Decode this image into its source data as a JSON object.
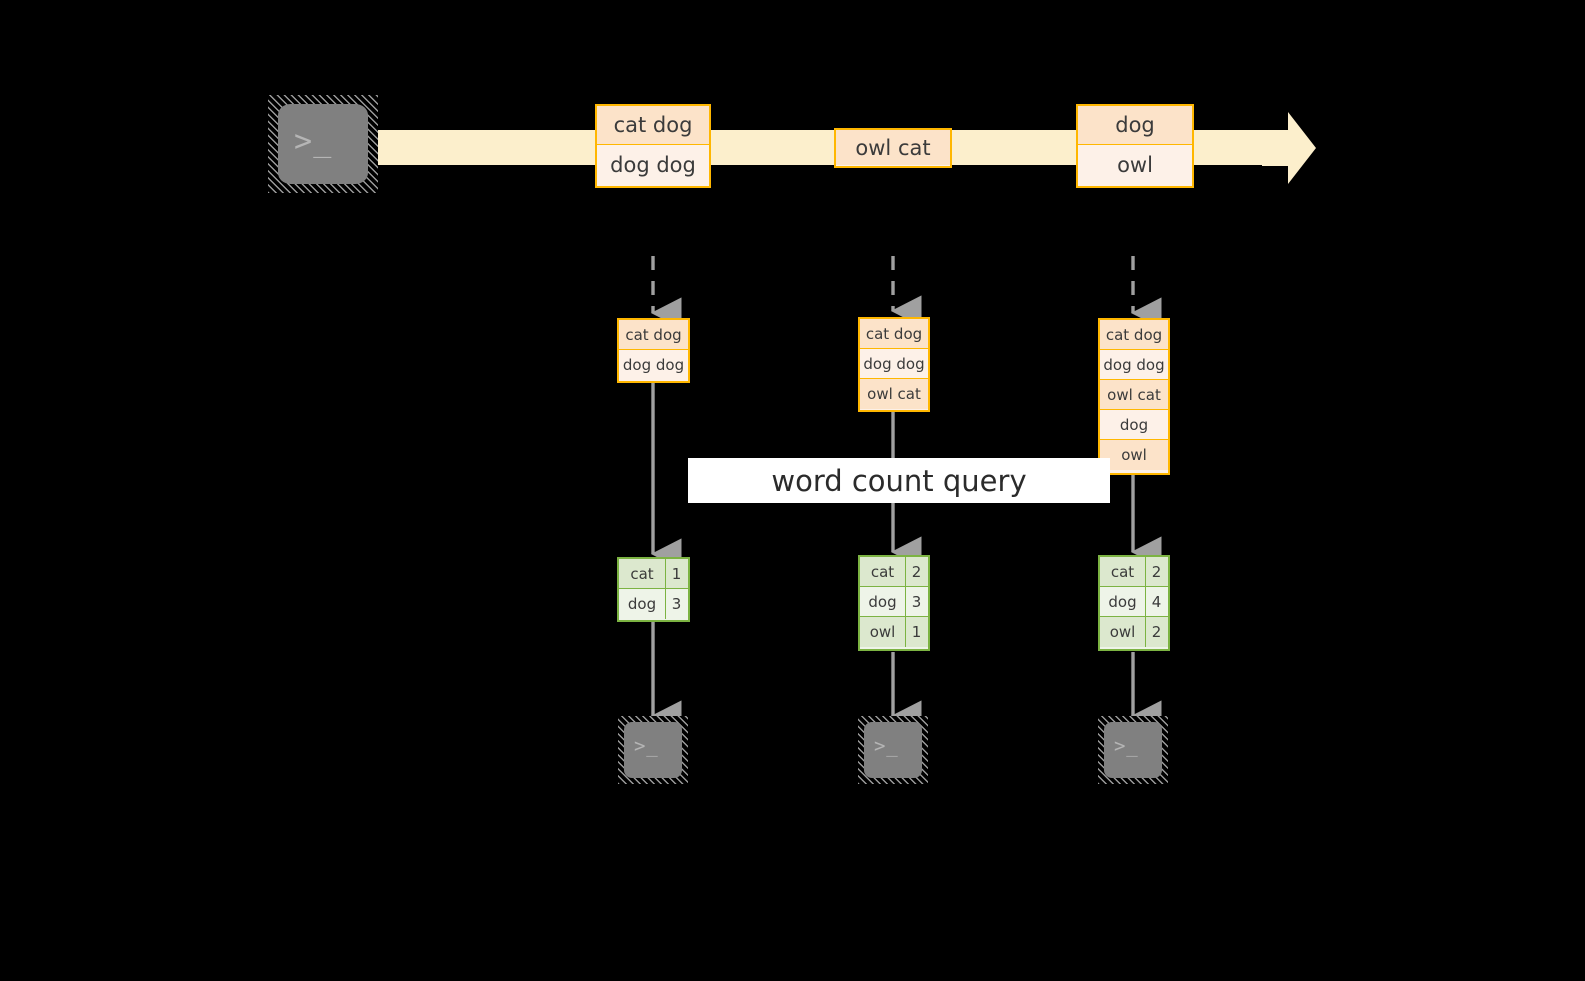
{
  "diagram": {
    "title_label": "word count query",
    "source_icon": "terminal-icon",
    "sink_icon": "terminal-icon",
    "prompt_glyph": ">_",
    "colors": {
      "background": "#000000",
      "stream_band": "#fcefcc",
      "record_border": "#ffb700",
      "record_fill_dark": "#fce3c9",
      "record_fill_light": "#fdf1e8",
      "count_border": "#7cb342",
      "count_fill_dark": "#dce8ce",
      "count_fill_light": "#eef4e8",
      "arrow": "#a0a0a0",
      "label_background": "#ffffff"
    }
  },
  "stream": {
    "records": [
      {
        "id": "s1",
        "lines": [
          "cat dog",
          "dog dog"
        ]
      },
      {
        "id": "s2",
        "lines": [
          "owl cat"
        ]
      },
      {
        "id": "s3",
        "lines": [
          "dog",
          "owl"
        ]
      }
    ]
  },
  "snapshots": [
    {
      "id": "t1",
      "input_rows": [
        "cat dog",
        "dog dog"
      ],
      "counts": [
        {
          "word": "cat",
          "count": "1"
        },
        {
          "word": "dog",
          "count": "3"
        }
      ]
    },
    {
      "id": "t2",
      "input_rows": [
        "cat dog",
        "dog dog",
        "owl cat"
      ],
      "counts": [
        {
          "word": "cat",
          "count": "2"
        },
        {
          "word": "dog",
          "count": "3"
        },
        {
          "word": "owl",
          "count": "1"
        }
      ]
    },
    {
      "id": "t3",
      "input_rows": [
        "cat dog",
        "dog dog",
        "owl cat",
        "dog",
        "owl"
      ],
      "counts": [
        {
          "word": "cat",
          "count": "2"
        },
        {
          "word": "dog",
          "count": "4"
        },
        {
          "word": "owl",
          "count": "2"
        }
      ]
    }
  ]
}
